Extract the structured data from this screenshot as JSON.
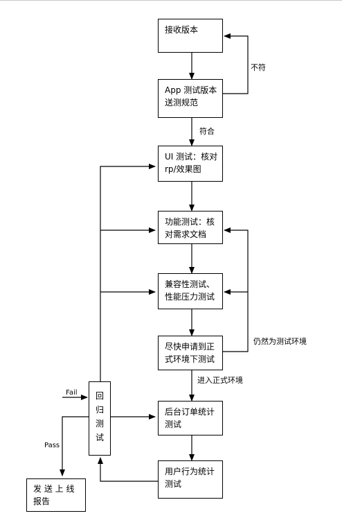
{
  "nodes": {
    "receive": "接收版本",
    "submit": "App  测试版本\n送测规范",
    "ui": "UI 测试：核对\nrp/效果图",
    "func": "功能测试：核\n对需求文档",
    "compat": "兼容性测试、\n性能压力测试",
    "apply": "尽快申请到正\n式环境下测试",
    "backend": "后台订单统计\n测试",
    "user": "用户行为统计\n测试",
    "regress": [
      "回",
      "归",
      "测",
      "试"
    ],
    "report": "发 送 上 线\n报告"
  },
  "labels": {
    "not_match": "不符",
    "match": "符合",
    "still_test_env": "仍然为测试环境",
    "enter_prod": "进入正式环境",
    "fail": "Fail",
    "pass": "Pass"
  }
}
